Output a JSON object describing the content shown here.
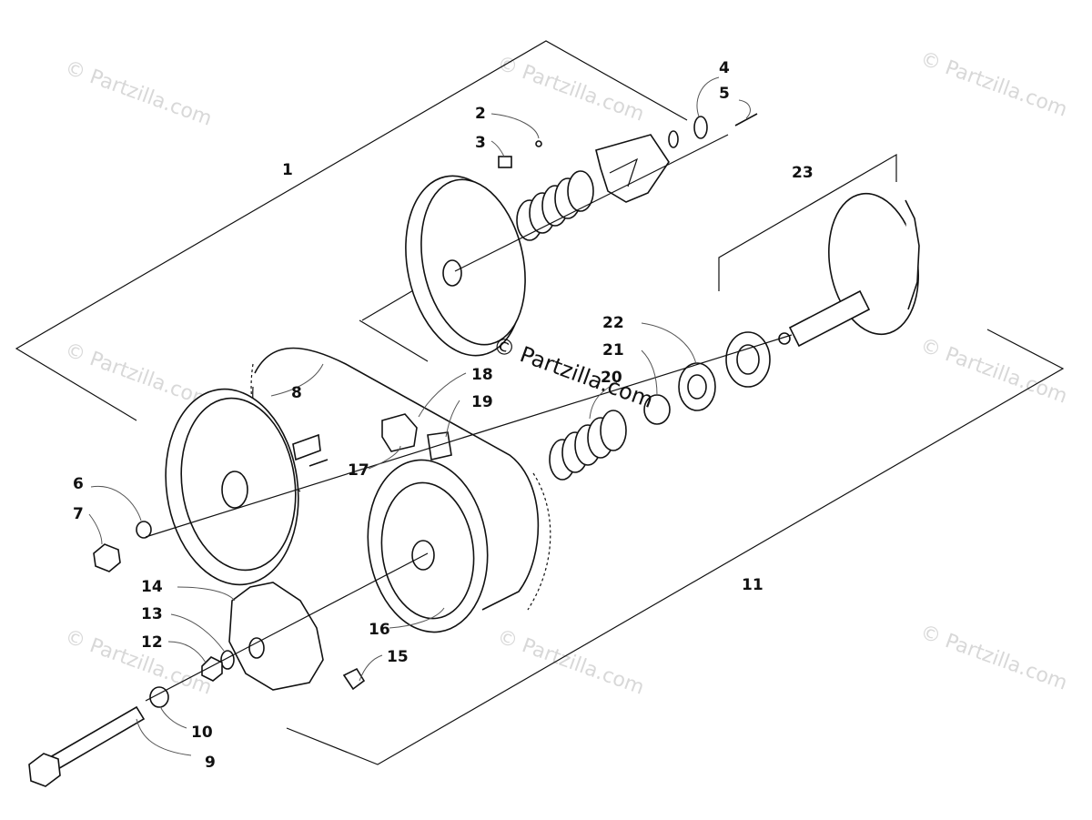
{
  "watermark": "© Partzilla.com",
  "callouts": [
    "1",
    "2",
    "3",
    "4",
    "5",
    "6",
    "7",
    "8",
    "9",
    "10",
    "11",
    "12",
    "13",
    "14",
    "15",
    "16",
    "17",
    "18",
    "19",
    "20",
    "21",
    "22",
    "23"
  ]
}
